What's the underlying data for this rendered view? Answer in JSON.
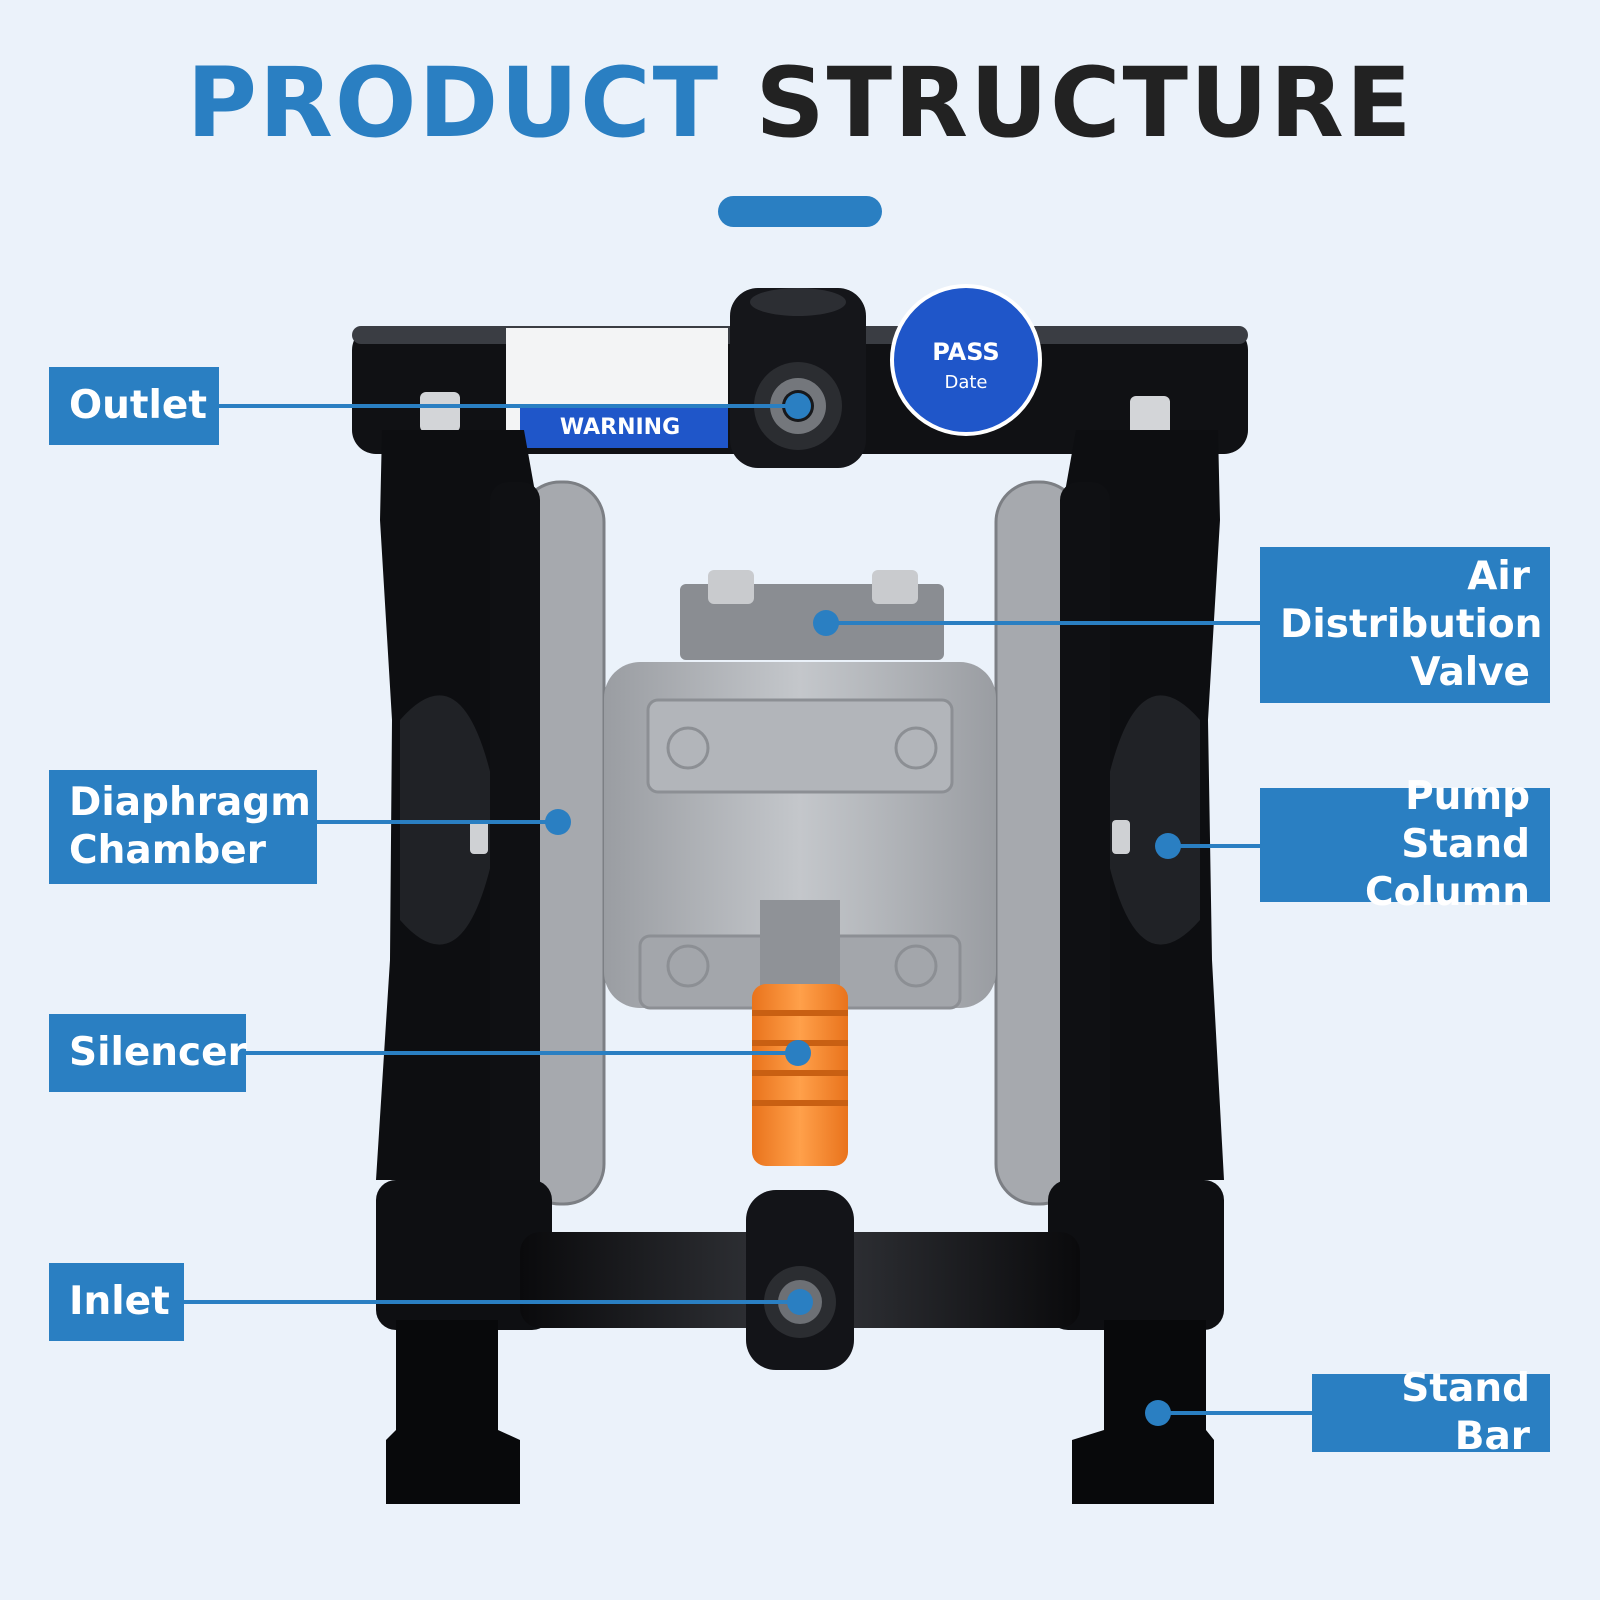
{
  "title": {
    "word1": "PRODUCT",
    "word2": "STRUCTURE"
  },
  "colors": {
    "accent": "#2a7fc2",
    "dark": "#222222",
    "background": "#ebf2fa"
  },
  "pump": {
    "sticker_warning": "WARNING",
    "sticker_pass": "PASS",
    "sticker_date": "Date"
  },
  "labels": {
    "outlet": "Outlet",
    "air_valve": [
      "Air",
      "Distribution",
      "Valve"
    ],
    "diaphragm": [
      "Diaphragm",
      "Chamber"
    ],
    "pump_stand": [
      "Pump Stand",
      "Column"
    ],
    "silencer": "Silencer",
    "inlet": "Inlet",
    "stand_bar": "Stand Bar"
  }
}
